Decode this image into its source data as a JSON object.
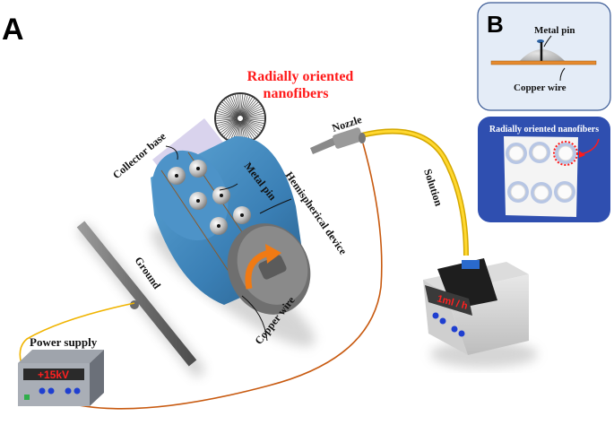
{
  "panel_a": {
    "letter": "A",
    "title_line1": "Radially oriented",
    "title_line2": "nanofibers",
    "labels": {
      "collector_base": "Collector base",
      "metal_pin": "Metal pin",
      "hemispherical_device": "Hemispherical device",
      "copper_wire": "Copper wire",
      "ground": "Ground",
      "nozzle": "Nozzle",
      "solution": "Solution",
      "power_supply": "Power supply"
    },
    "power_supply_display": "+15kV",
    "pump_display": "1ml / h"
  },
  "panel_b": {
    "letter": "B",
    "metal_pin": "Metal pin",
    "copper_wire": "Copper wire",
    "photo_caption": "Radially oriented nanofibers"
  },
  "colors": {
    "title_red": "#ff1a1a",
    "drum_blue": "#3c82b8",
    "solution_tube": "#f2c200",
    "wire_orange": "#c85a10",
    "panel_b_bg": "#e4ecf7",
    "photo_bg": "#2f4fb0"
  }
}
